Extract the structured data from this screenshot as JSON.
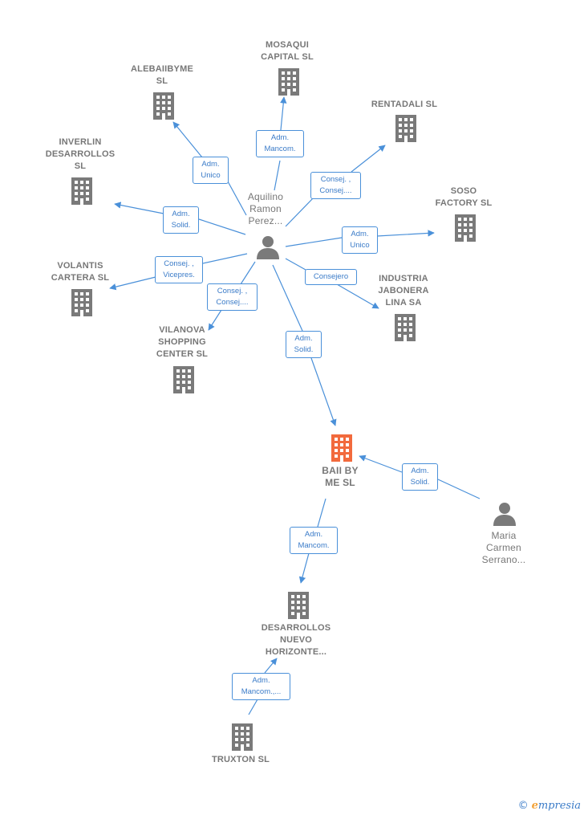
{
  "colors": {
    "building": "#7a7a7a",
    "focus_building": "#f26a3d",
    "person": "#7a7a7a",
    "edge": "#4a90d9",
    "label_text": "#777777"
  },
  "nodes": [
    {
      "id": "mosaqui",
      "type": "company",
      "label": "MOSAQUI\nCAPITAL  SL"
    },
    {
      "id": "alebaiibyme",
      "type": "company",
      "label": "ALEBAIIBYME\nSL"
    },
    {
      "id": "rentadali",
      "type": "company",
      "label": "RENTADALI  SL"
    },
    {
      "id": "inverlin",
      "type": "company",
      "label": "INVERLIN\nDESARROLLOS\nSL"
    },
    {
      "id": "soso",
      "type": "company",
      "label": "SOSO\nFACTORY  SL"
    },
    {
      "id": "aquilino",
      "type": "person",
      "label": "Aquilino\nRamon\nPerez..."
    },
    {
      "id": "volantis",
      "type": "company",
      "label": "VOLANTIS\nCARTERA  SL"
    },
    {
      "id": "industria",
      "type": "company",
      "label": "INDUSTRIA\nJABONERA\nLINA SA"
    },
    {
      "id": "vilanova",
      "type": "company",
      "label": "VILANOVA\nSHOPPING\nCENTER  SL"
    },
    {
      "id": "baii",
      "type": "focus",
      "label": "BAII BY\nME  SL"
    },
    {
      "id": "maria",
      "type": "person",
      "label": "Maria\nCarmen\nSerrano..."
    },
    {
      "id": "desarrollos",
      "type": "company",
      "label": "DESARROLLOS\nNUEVO\nHORIZONTE..."
    },
    {
      "id": "truxton",
      "type": "company",
      "label": "TRUXTON SL"
    }
  ],
  "edges": [
    {
      "id": "e-mosaqui",
      "label": "Adm.\nMancom."
    },
    {
      "id": "e-alebaiibyme",
      "label": "Adm.\nUnico"
    },
    {
      "id": "e-rentadali",
      "label": "Consej. ,\nConsej...."
    },
    {
      "id": "e-inverlin",
      "label": "Adm.\nSolid."
    },
    {
      "id": "e-soso",
      "label": "Adm.\nUnico"
    },
    {
      "id": "e-volantis",
      "label": "Consej. ,\nVicepres."
    },
    {
      "id": "e-industria",
      "label": "Consejero"
    },
    {
      "id": "e-vilanova",
      "label": "Consej. ,\nConsej...."
    },
    {
      "id": "e-baii",
      "label": "Adm.\nSolid."
    },
    {
      "id": "e-maria",
      "label": "Adm.\nSolid."
    },
    {
      "id": "e-desarrollos",
      "label": "Adm.\nMancom."
    },
    {
      "id": "e-truxton",
      "label": "Adm.\nMancom.,..."
    }
  ],
  "brand": {
    "copyright": "©",
    "first_letter": "e",
    "rest": "mpresia"
  }
}
